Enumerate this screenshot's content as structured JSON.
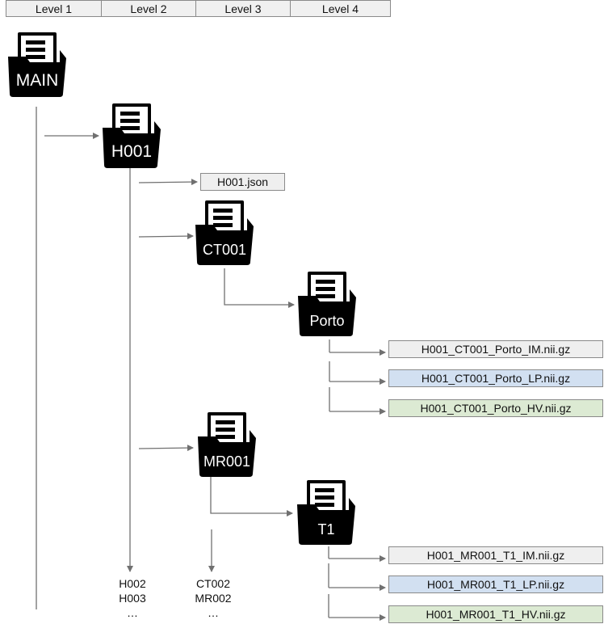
{
  "levels": [
    "Level 1",
    "Level 2",
    "Level 3",
    "Level 4"
  ],
  "folders": {
    "main": "MAIN",
    "h001": "H001",
    "ct001": "CT001",
    "porto": "Porto",
    "mr001": "MR001",
    "t1": "T1"
  },
  "files": {
    "h001_json": "H001.json",
    "porto_im": "H001_CT001_Porto_IM.nii.gz",
    "porto_lp": "H001_CT001_Porto_LP.nii.gz",
    "porto_hv": "H001_CT001_Porto_HV.nii.gz",
    "t1_im": "H001_MR001_T1_IM.nii.gz",
    "t1_lp": "H001_MR001_T1_LP.nii.gz",
    "t1_hv": "H001_MR001_T1_HV.nii.gz"
  },
  "more_level2": [
    "H002",
    "H003",
    "…"
  ],
  "more_level3": [
    "CT002",
    "MR002",
    "…"
  ],
  "colors": {
    "line": "#707070",
    "gray": "#efefef",
    "blue": "#d2e0f1",
    "green": "#dcead3"
  }
}
